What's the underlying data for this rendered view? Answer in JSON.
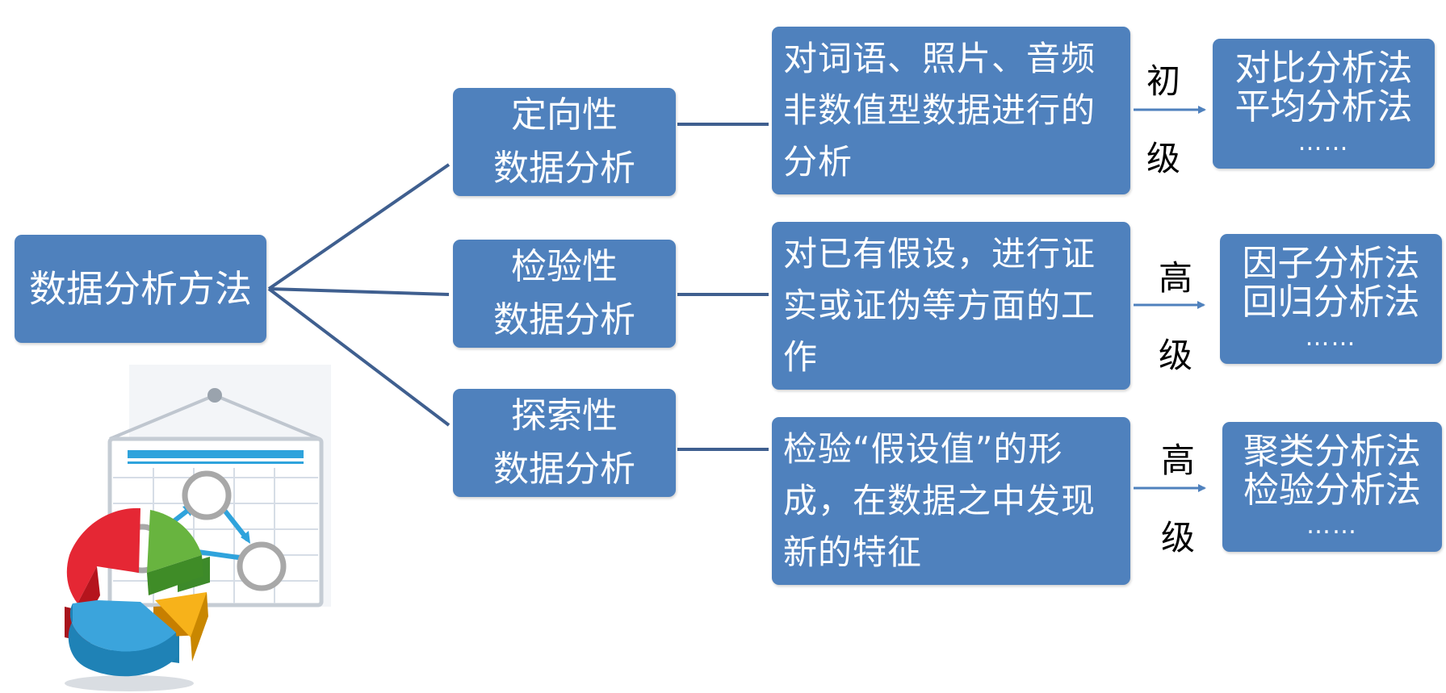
{
  "diagram": {
    "root": {
      "label": "数据分析方法"
    },
    "categories": [
      {
        "title_line1": "定向性",
        "title_line2": "数据分析",
        "description": [
          "对词语、照片、音频",
          "非数值型数据进行的",
          "分析"
        ],
        "level": [
          "初",
          "级"
        ],
        "methods": [
          "对比分析法",
          "平均分析法",
          "……"
        ]
      },
      {
        "title_line1": "检验性",
        "title_line2": "数据分析",
        "description": [
          "对已有假设，进行证",
          "实或证伪等方面的工",
          "作"
        ],
        "level": [
          "高",
          "级"
        ],
        "methods": [
          "因子分析法",
          "回归分析法",
          "……"
        ]
      },
      {
        "title_line1": "探索性",
        "title_line2": "数据分析",
        "description": [
          "检验“假设值”的形",
          "成，在数据之中发现",
          "新的特征"
        ],
        "level": [
          "高",
          "级"
        ],
        "methods": [
          "聚类分析法",
          "检验分析法",
          "……"
        ]
      }
    ]
  },
  "illustration": {
    "icon": "pie-chart-board-icon"
  },
  "colors": {
    "box_fill": "#4f81bd",
    "connector": "#3f5f8f",
    "arrow": "#4f81bd",
    "text_on_box": "#ffffff",
    "level_text": "#000000"
  }
}
